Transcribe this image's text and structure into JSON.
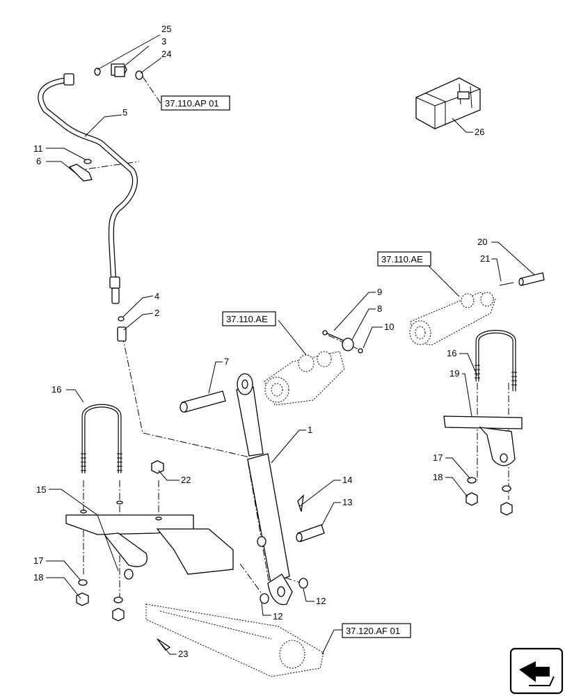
{
  "callouts": [
    "25",
    "3",
    "24",
    "5",
    "11",
    "6",
    "4",
    "2",
    "7",
    "9",
    "8",
    "10",
    "1",
    "14",
    "13",
    "12",
    "12",
    "16",
    "15",
    "17",
    "18",
    "22",
    "23",
    "26",
    "20",
    "21",
    "16",
    "19",
    "17",
    "18"
  ],
  "refs": [
    "37.110.AP 01",
    "37.110.AE",
    "37.110.AE",
    "37.120.AF 01"
  ],
  "icons": {
    "kit": "crate-icon",
    "nav": "next-page-arrow-icon"
  }
}
